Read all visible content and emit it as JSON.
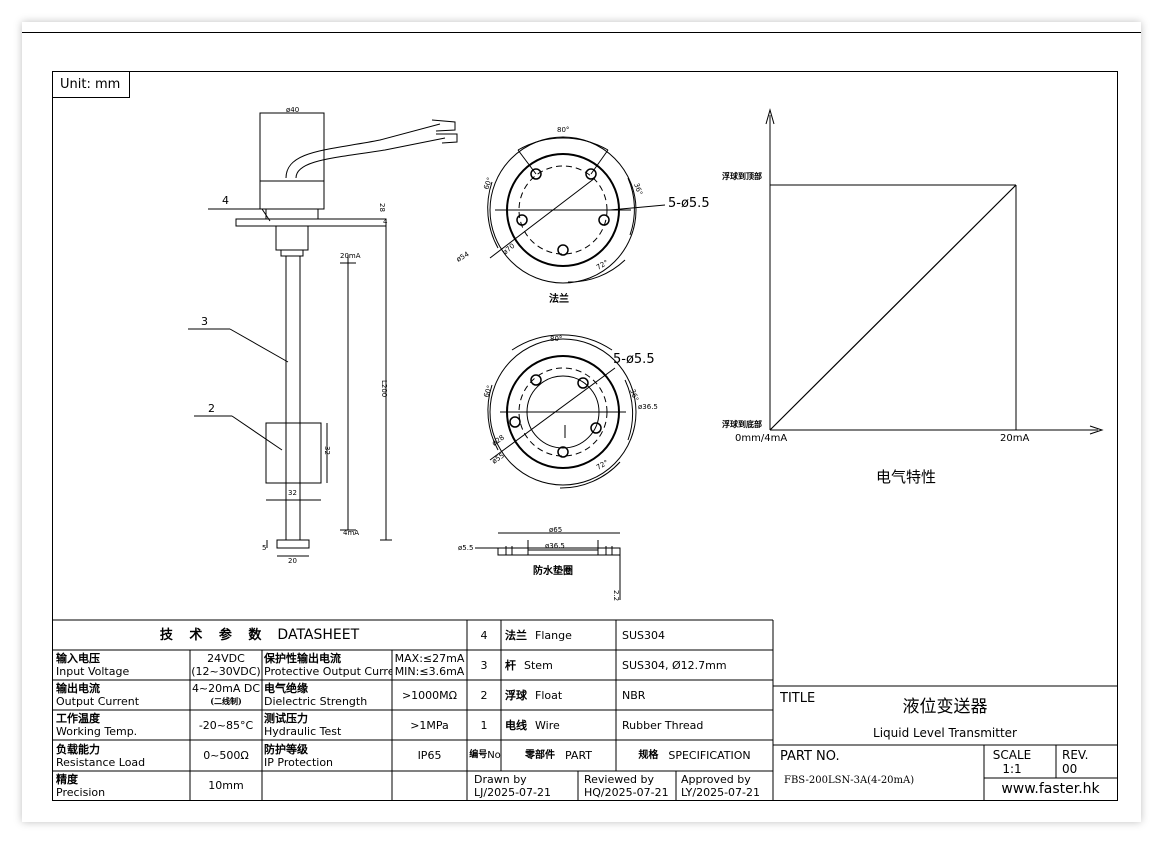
{
  "unit_label": "Unit: mm",
  "drawing": {
    "dim_d40": "ø40",
    "dim_80deg_top": "80°",
    "dim_60deg": "60°",
    "dim_36deg": "36°",
    "dim_d54": "ø54",
    "dim_d70": "ø70",
    "dim_72deg": "72°",
    "flange_holes_top": "5-ø5.5",
    "flange_caption": "法兰",
    "dim_80deg_mid": "80°",
    "flange_holes_mid": "5-ø5.5",
    "dim_60deg_mid": "60°",
    "dim_36deg_mid": "36°",
    "dim_d36_5": "ø36.5",
    "dim_d55": "ø55",
    "dim_d28": "ø28",
    "dim_72deg_mid": "72°",
    "gasket_d65": "ø65",
    "gasket_d55": "ø5.5",
    "gasket_d36_5": "ø36.5",
    "gasket_caption": "防水垫圈",
    "gasket_thk": "2.2",
    "label_20ma": "20mA",
    "label_4ma": "4mA",
    "label_l200": "L200",
    "dim_32_height": "32",
    "dim_32_width": "32",
    "dim_20": "20",
    "dim_5": "5",
    "dim_28": "28",
    "dim_4": "4",
    "part_4": "4",
    "part_3": "3",
    "part_2": "2"
  },
  "graph": {
    "y_top_label": "浮球到顶部",
    "y_bottom_label": "浮球到底部",
    "x_start_label": "0mm/4mA",
    "x_end_label": "20mA",
    "caption": "电气特性"
  },
  "datasheet": {
    "title_cn": "技 术 参 数",
    "title_en": "DATASHEET",
    "rows": [
      {
        "p1_cn": "输入电压",
        "p1_en": "Input Voltage",
        "v1a": "24VDC",
        "v1b": "(12~30VDC)",
        "p2_cn": "保护性输出电流",
        "p2_en": "Protective Output Current",
        "v2a": "MAX:≤27mA",
        "v2b": "MIN:≤3.6mA"
      },
      {
        "p1_cn": "输出电流",
        "p1_en": "Output Current",
        "v1a": "4~20mA DC",
        "v1b": "(二线制)",
        "p2_cn": "电气绝缘",
        "p2_en": "Dielectric Strength",
        "v2a": ">1000MΩ",
        "v2b": ""
      },
      {
        "p1_cn": "工作温度",
        "p1_en": "Working Temp.",
        "v1a": "-20~85°C",
        "v1b": "",
        "p2_cn": "测试压力",
        "p2_en": "Hydraulic Test",
        "v2a": ">1MPa",
        "v2b": ""
      },
      {
        "p1_cn": "负载能力",
        "p1_en": "Resistance Load",
        "v1a": "0~500Ω",
        "v1b": "",
        "p2_cn": "防护等级",
        "p2_en": "IP Protection",
        "v2a": "IP65",
        "v2b": ""
      },
      {
        "p1_cn": "精度",
        "p1_en": "Precision",
        "v1a": "10mm",
        "v1b": "",
        "p2_cn": "",
        "p2_en": "",
        "v2a": "",
        "v2b": ""
      }
    ]
  },
  "parts": {
    "rows": [
      {
        "no": "4",
        "name_cn": "法兰",
        "name_en": "Flange",
        "spec": "SUS304"
      },
      {
        "no": "3",
        "name_cn": "杆",
        "name_en": "Stem",
        "spec": "SUS304, Ø12.7mm"
      },
      {
        "no": "2",
        "name_cn": "浮球",
        "name_en": "Float",
        "spec": "NBR"
      },
      {
        "no": "1",
        "name_cn": "电线",
        "name_en": "Wire",
        "spec": "Rubber Thread"
      }
    ],
    "header_no_cn": "编号",
    "header_no_en": "No",
    "header_part_cn": "零部件",
    "header_part_en": "PART",
    "header_spec_cn": "规格",
    "header_spec_en": "SPECIFICATION",
    "drawn_label": "Drawn by",
    "drawn_value": "LJ/2025-07-21",
    "reviewed_label": "Reviewed by",
    "reviewed_value": "HQ/2025-07-21",
    "approved_label": "Approved by",
    "approved_value": "LY/2025-07-21"
  },
  "title_block": {
    "title_label": "TITLE",
    "title_cn": "液位变送器",
    "title_en": "Liquid Level Transmitter",
    "partno_label": "PART NO.",
    "partno_value": "FBS-200LSN-3A(4-20mA)",
    "scale_label": "SCALE",
    "scale_value": "1:1",
    "rev_label": "REV.",
    "rev_value": "00",
    "website": "www.faster.hk"
  }
}
